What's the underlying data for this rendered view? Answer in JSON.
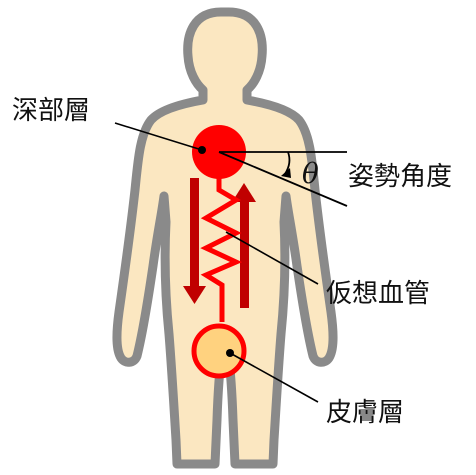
{
  "labels": {
    "deep_layer": "深部層",
    "posture_angle": "姿勢角度",
    "theta": "θ",
    "virtual_vessel": "仮想血管",
    "skin_layer": "皮膚層"
  },
  "colors": {
    "body_fill": "#fbe7c1",
    "body_outline": "#8a8a8a",
    "deep_layer": "#ff0000",
    "skin_layer_fill": "#ffd27f",
    "skin_layer_ring": "#ff0000",
    "arrows": "#c00000",
    "vessel": "#ff0000",
    "leader_lines": "#000000"
  }
}
